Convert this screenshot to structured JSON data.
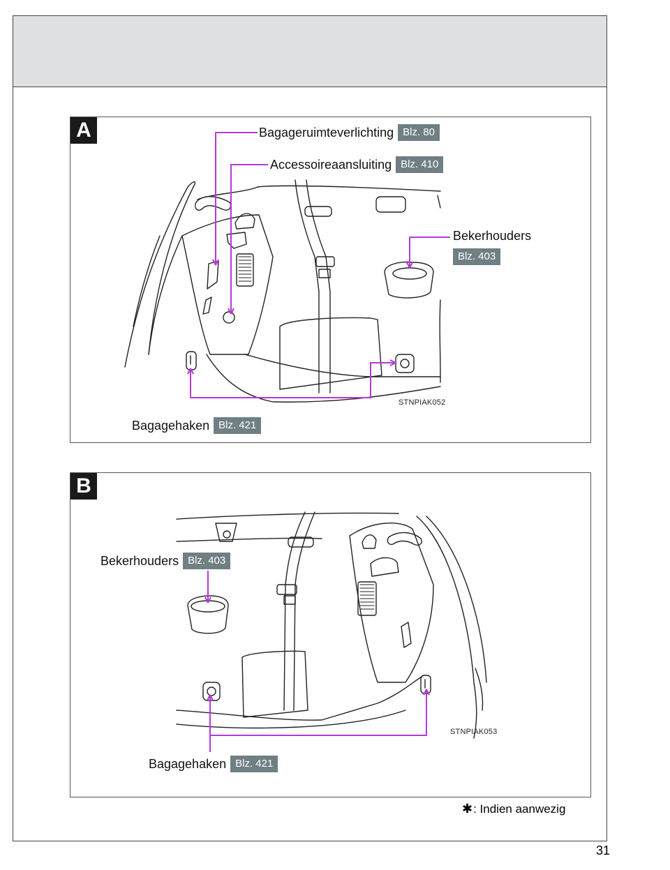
{
  "panel_a": {
    "letter": "A",
    "figure_code": "STNPIAK052",
    "callouts": {
      "luggage_light": {
        "label": "Bagageruimteverlichting",
        "ref": "Blz. 80"
      },
      "accessory_socket": {
        "label": "Accessoireaansluiting",
        "ref": "Blz. 410"
      },
      "cup_holders": {
        "label": "Bekerhouders",
        "ref": "Blz. 403"
      },
      "luggage_hooks": {
        "label": "Bagagehaken",
        "ref": "Blz. 421"
      }
    }
  },
  "panel_b": {
    "letter": "B",
    "figure_code": "STNPIAK053",
    "callouts": {
      "cup_holders": {
        "label": "Bekerhouders",
        "ref": "Blz. 403"
      },
      "luggage_hooks": {
        "label": "Bagagehaken",
        "ref": "Blz. 421"
      }
    }
  },
  "footnote": {
    "symbol": "✱",
    "text": ": Indien aanwezig"
  },
  "page_number": "31",
  "colors": {
    "leader_line": "#b23ad6",
    "ref_badge": "#6f7f84",
    "header_band": "#dfe1e2"
  }
}
